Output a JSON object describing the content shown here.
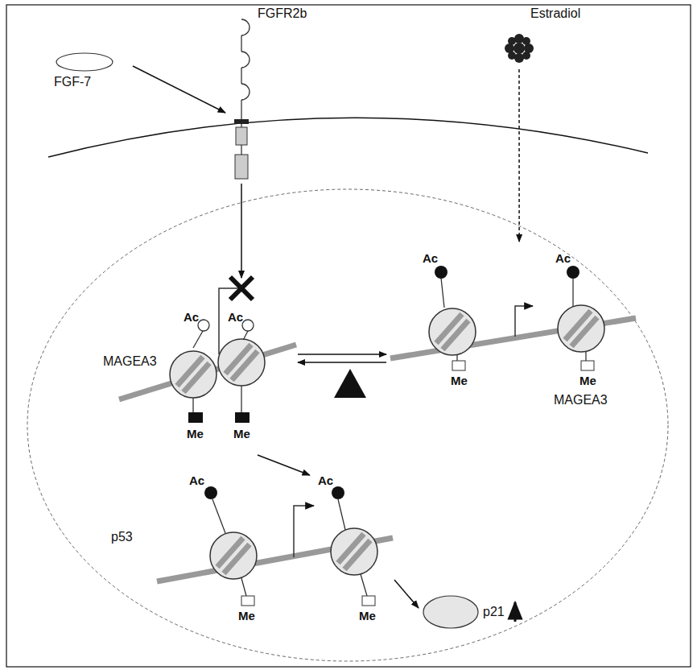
{
  "diagram": {
    "nodes": [
      {
        "text": [
          "FGF-7"
        ]
      },
      {
        "text": [
          "FGFR2b"
        ]
      },
      {
        "text": [
          "Estradiol"
        ]
      },
      {
        "text": [
          "MAGEA3"
        ]
      },
      {
        "text": [
          "MAGEA3"
        ]
      },
      {
        "text": [
          "p53"
        ]
      },
      {
        "text": [
          "p21"
        ]
      }
    ],
    "edges": [
      {
        "from": 0,
        "to": 1,
        "arrow": "to"
      },
      {
        "from": 1,
        "to": 3,
        "arrow": "to"
      },
      {
        "from": 2,
        "to": 4,
        "arrow": "to"
      },
      {
        "from": 3,
        "to": 4,
        "arrow": "both"
      },
      {
        "from": 3,
        "to": 5,
        "arrow": "to"
      },
      {
        "from": 5,
        "to": 6,
        "arrow": "to"
      }
    ],
    "labels": [
      "Ac",
      "Ac",
      "Me",
      "Me",
      "Ac",
      "Ac",
      "Me",
      "Me",
      "Ac",
      "Ac",
      "Me",
      "Me"
    ]
  }
}
